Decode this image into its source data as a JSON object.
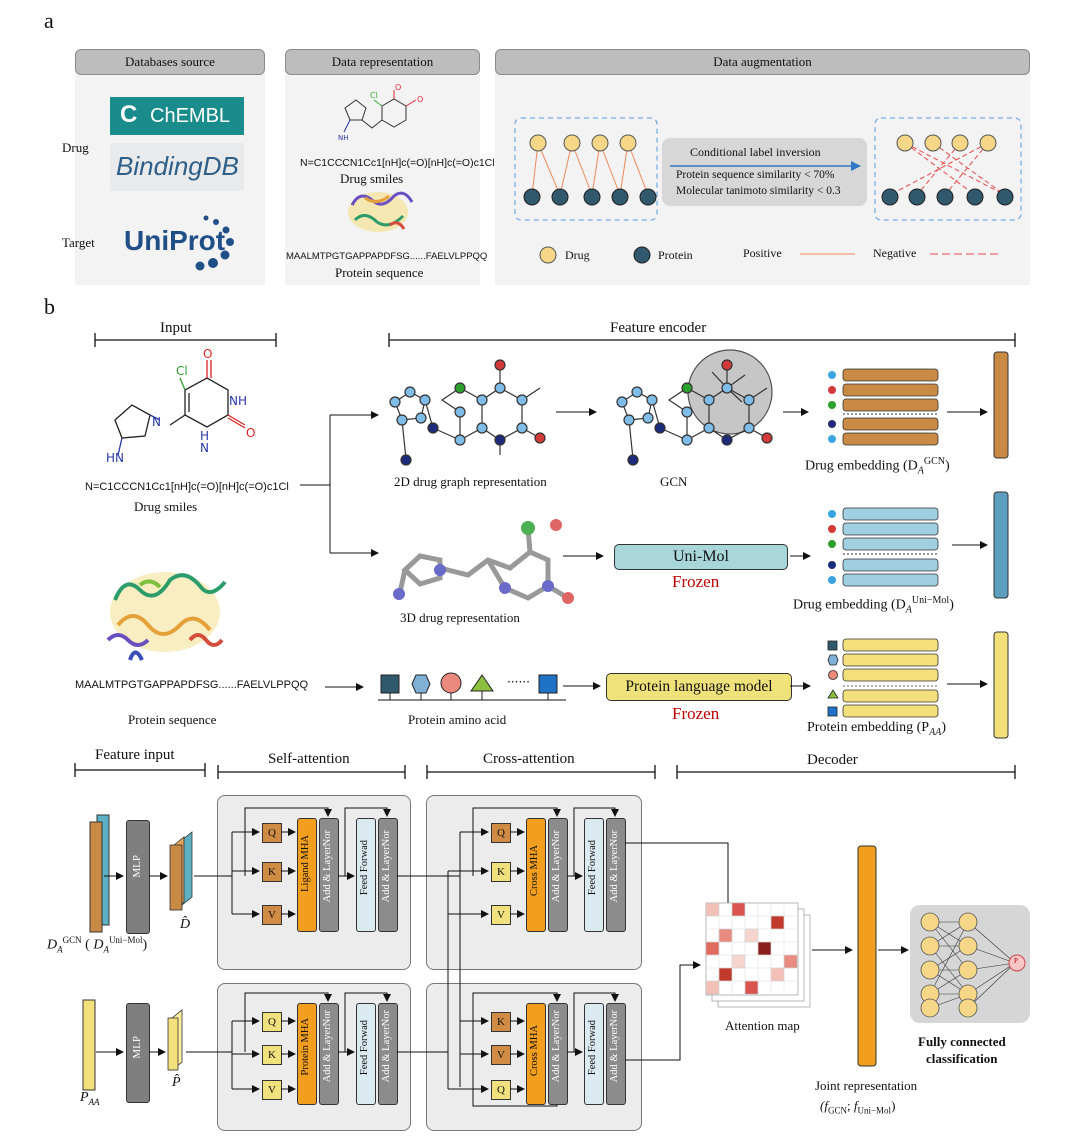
{
  "labels": {
    "a": "a",
    "b": "b"
  },
  "panel_a": {
    "headers": {
      "databases": "Databases source",
      "representation": "Data representation",
      "augmentation": "Data augmentation"
    },
    "drug_label": "Drug",
    "target_label": "Target",
    "logos": {
      "chembl": "ChEMBL",
      "bindingdb": "BindingDB",
      "uniprot": "UniProt"
    },
    "smiles": "N=C1CCCN1Cc1[nH]c(=O)[nH]c(=O)c1Cl",
    "drug_smiles_label": "Drug smiles",
    "protein_seq": "MAALMTPGTGAPPAPDFSG......FAELVLPPQQ",
    "protein_seq_label": "Protein sequence",
    "inversion": {
      "title": "Conditional label inversion",
      "line1": "Protein sequence similarity < 70%",
      "line2": "Molecular tanimoto similarity < 0.3"
    },
    "legend": {
      "drug": "Drug",
      "protein": "Protein",
      "positive": "Positive",
      "negative": "Negative"
    }
  },
  "panel_b": {
    "input": "Input",
    "feature_encoder": "Feature encoder",
    "smiles": "N=C1CCCN1Cc1[nH]c(=O)[nH]c(=O)c1Cl",
    "drug_smiles": "Drug smiles",
    "graph_2d": "2D drug graph representation",
    "gcn": "GCN",
    "drug_emb_gcn": "Drug embedding (D",
    "drug_emb_gcn_sup": "GCN",
    "drug_emb_gcn_sub": "A",
    "rep_3d": "3D drug  representation",
    "unimol": "Uni-Mol",
    "frozen": "Frozen",
    "drug_emb_unimol": "Drug embedding (D",
    "drug_emb_unimol_sup": "Uni−Mol",
    "drug_emb_unimol_sub": "A",
    "protein_seq": "MAALMTPGTGAPPAPDFSG......FAELVLPPQQ",
    "protein_seq_label": "Protein sequence",
    "amino_acid": "Protein amino acid",
    "plm": "Protein language model",
    "frozen2": "Frozen",
    "protein_emb": "Protein embedding (P",
    "protein_emb_sub": "AA",
    "sections": {
      "feature_input": "Feature input",
      "self_attention": "Self-attention",
      "cross_attention": "Cross-attention",
      "decoder": "Decoder"
    },
    "mlp": "MLP",
    "q": "Q",
    "k": "K",
    "v": "V",
    "ligand_mha": "Ligand MHA",
    "protein_mha": "Protein MHA",
    "cross_mha": "Cross MHA",
    "add_norm": "Add & LayerNor",
    "feed_forward": "Feed Forwad",
    "da_label": "D",
    "attention_map": "Attention map",
    "joint_rep": "Joint representation",
    "joint_rep_formula": "(f",
    "fc": "Fully connected",
    "fc2": "classification",
    "p_node": "P",
    "paa": "P",
    "paa_sub": "AA",
    "dhat": "D̂",
    "phat": "P̂"
  }
}
